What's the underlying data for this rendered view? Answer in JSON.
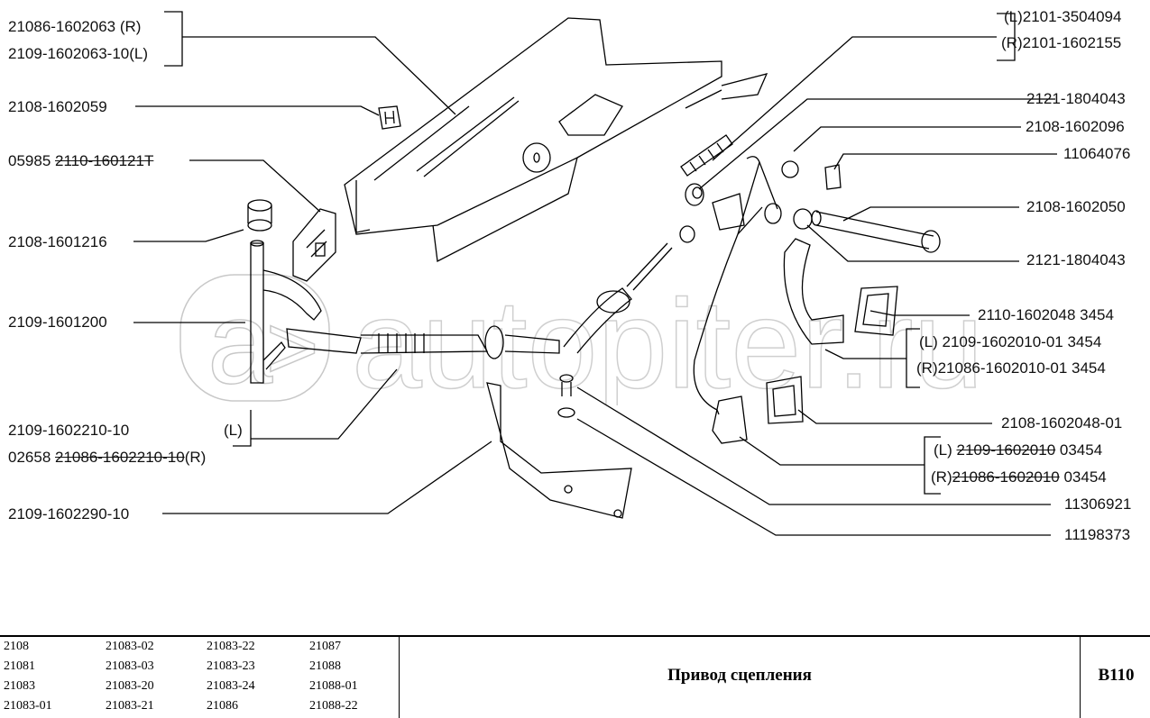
{
  "diagram": {
    "watermark": "autopiter.ru",
    "labels_left": [
      {
        "id": "frame-r",
        "text": "21086-1602063   (R)"
      },
      {
        "id": "frame-l",
        "text": "2109-1602063-10(L)"
      },
      {
        "id": "clip",
        "text": "2108-1602059"
      },
      {
        "id": "pad-prefix",
        "text": "05985 "
      },
      {
        "id": "pad-old",
        "text": "2110-160121T"
      },
      {
        "id": "bushing",
        "text": "2108-1601216"
      },
      {
        "id": "fork-shaft",
        "text": "2109-1601200"
      },
      {
        "id": "cable-l",
        "text": "2109-1602210-10"
      },
      {
        "id": "cable-l-side",
        "text": "(L)"
      },
      {
        "id": "cable-r-prefix",
        "text": "02658 "
      },
      {
        "id": "cable-r-old",
        "text": "21086-1602210-10"
      },
      {
        "id": "cable-r-side",
        "text": "(R)"
      },
      {
        "id": "bracket",
        "text": "2109-1602290-10"
      }
    ],
    "labels_right": [
      {
        "id": "spring-l",
        "text": "(L)2101-3504094"
      },
      {
        "id": "spring-r",
        "text": "(R)2101-1602155"
      },
      {
        "id": "bush-1",
        "text": "2121-1804043"
      },
      {
        "id": "nut",
        "text": "2108-1602096"
      },
      {
        "id": "clip-2",
        "text": "11064076"
      },
      {
        "id": "axle",
        "text": "2108-1602050"
      },
      {
        "id": "bush-2",
        "text": "2121-1804043"
      },
      {
        "id": "pad-cover",
        "text": "2110-1602048  3454"
      },
      {
        "id": "pedal-l",
        "text": "(L)  2109-1602010-01  3454"
      },
      {
        "id": "pedal-r",
        "text": "(R)21086-1602010-01  3454"
      },
      {
        "id": "pad-cover-2",
        "text": "2108-1602048-01"
      },
      {
        "id": "pedal-old-l-prefix",
        "text": "(L)  "
      },
      {
        "id": "pedal-old-l",
        "text": "2109-1602010"
      },
      {
        "id": "pedal-old-l-suffix",
        "text": "  03454"
      },
      {
        "id": "pedal-old-r-prefix",
        "text": "(R)"
      },
      {
        "id": "pedal-old-r",
        "text": "21086-1602010"
      },
      {
        "id": "pedal-old-r-suffix",
        "text": "  03454"
      },
      {
        "id": "bolt",
        "text": "11306921"
      },
      {
        "id": "washer",
        "text": "11198373"
      }
    ]
  },
  "footer": {
    "models": [
      [
        "2108",
        "21081",
        "21083",
        "21083-01"
      ],
      [
        "21083-02",
        "21083-03",
        "21083-20",
        "21083-21"
      ],
      [
        "21083-22",
        "21083-23",
        "21083-24",
        "21086"
      ],
      [
        "21087",
        "21088",
        "21088-01",
        "21088-22"
      ]
    ],
    "title": "Привод сцепления",
    "code": "B110"
  }
}
